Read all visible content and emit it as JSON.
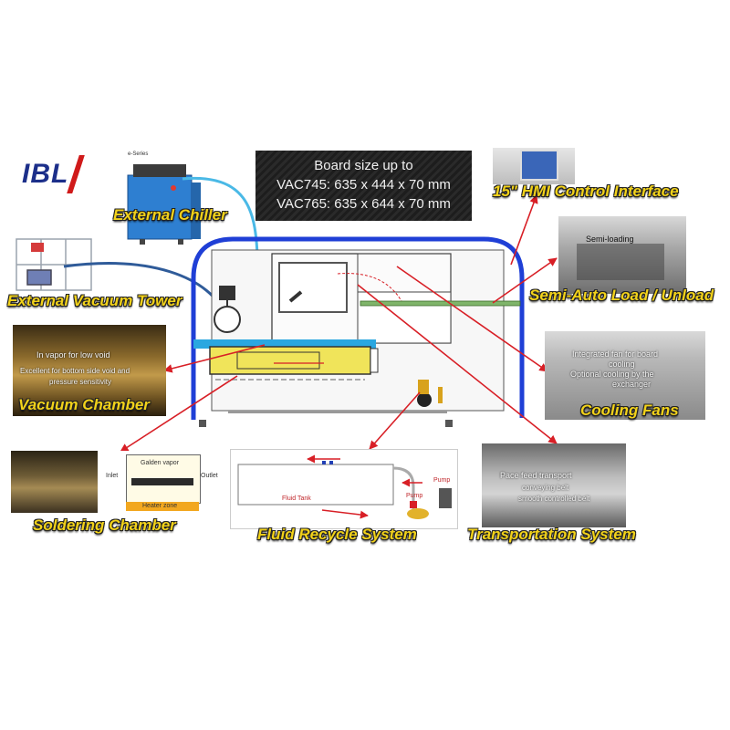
{
  "logo": {
    "text": "IBL"
  },
  "spec": {
    "line1": "Board size up to",
    "line2": "VAC745: 635 x 444 x 70 mm",
    "line3": "VAC765: 635 x 644 x 70 mm"
  },
  "labels": {
    "external_chiller": "External Chiller",
    "external_vacuum_tower": "External Vacuum Tower",
    "vacuum_chamber": "Vacuum Chamber",
    "soldering_chamber": "Soldering Chamber",
    "fluid_recycle_system": "Fluid Recycle System",
    "transportation_system": "Transportation System",
    "hmi_control_interface": "15\" HMI Control Interface",
    "semi_auto_load_unload": "Semi-Auto Load / Unload",
    "cooling_fans": "Cooling Fans"
  },
  "photo_text": {
    "chiller_series": "e-Series",
    "vacuum_chamber_1": "In vapor for low void",
    "vacuum_chamber_2": "Excellent for bottom side void and",
    "vacuum_chamber_3": "pressure sensitivity",
    "semi_auto": "Semi-loading",
    "cooling_1": "Integrated fan for board",
    "cooling_2": "cooling",
    "cooling_3": "Optional cooling by the",
    "cooling_4": "exchanger",
    "transport_1": "Pace feed transport",
    "transport_2": "conveying belt",
    "transport_3": "smooth controlled belt"
  },
  "soldering_diagram": {
    "top_label": "Galden vapor",
    "left_label": "Inlet",
    "right_label": "Outlet",
    "bottom_label": "Heater zone"
  },
  "fluid_diagram": {
    "fluid_tank": "Fluid Tank",
    "pump_top": "Pump",
    "pump_bottom": "Pump"
  },
  "colors": {
    "label_yellow": "#f2d21a",
    "frame_blue": "#1f3fd6",
    "arrow_red": "#d81f26",
    "cooling_blue": "#2aa7e0"
  }
}
